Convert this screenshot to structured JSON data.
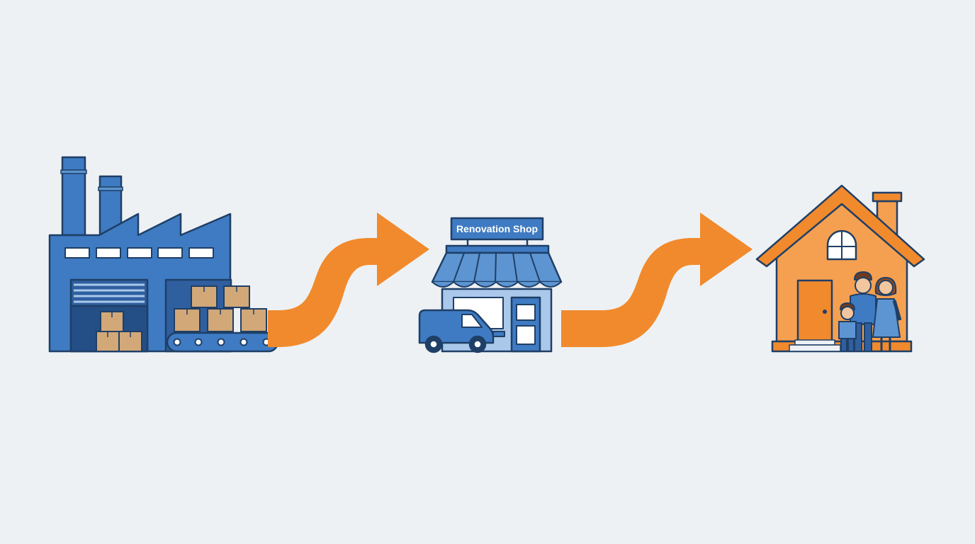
{
  "diagram": {
    "stages": [
      {
        "id": "factory",
        "icon": "factory-icon"
      },
      {
        "id": "shop",
        "icon": "storefront-icon",
        "sign_label": "Renovation Shop"
      },
      {
        "id": "home",
        "icon": "house-icon"
      }
    ],
    "connectors": [
      {
        "from": "factory",
        "to": "shop",
        "icon": "curved-arrow-icon"
      },
      {
        "from": "shop",
        "to": "home",
        "icon": "curved-arrow-icon"
      }
    ],
    "colors": {
      "background": "#eef1f3",
      "outline": "#1f3f66",
      "blue": "#3f7bc2",
      "blue_light": "#5d95d3",
      "blue_pale": "#a9c8ea",
      "orange": "#f18a2c",
      "orange_house": "#f5a050",
      "box_tan": "#d2a878"
    }
  }
}
